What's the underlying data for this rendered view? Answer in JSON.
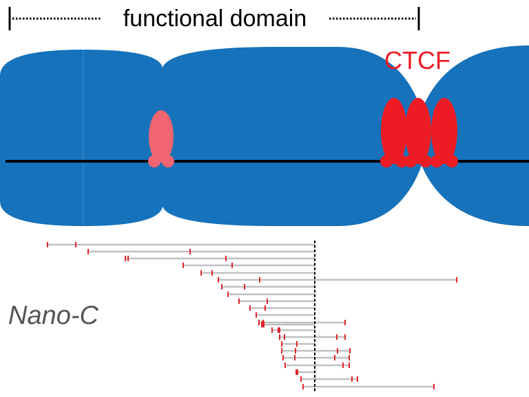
{
  "header": {
    "label": "functional domain"
  },
  "protein": {
    "label": "CTCF"
  },
  "method": {
    "label": "Nano-C"
  },
  "colors": {
    "domain": "#1672ba",
    "ctcf": "#ed1c24",
    "ctcf_light": "#f06571",
    "dna": "#000000",
    "read_line": "#c0c0c0",
    "read_contact": "#e0262d",
    "label_gray": "#555555",
    "dotted": "#000000"
  },
  "icons": {
    "bracket": "bracket-icon",
    "ctcf_protein": "ctcf-protein-icon",
    "dna": "dna-strand-icon"
  }
}
